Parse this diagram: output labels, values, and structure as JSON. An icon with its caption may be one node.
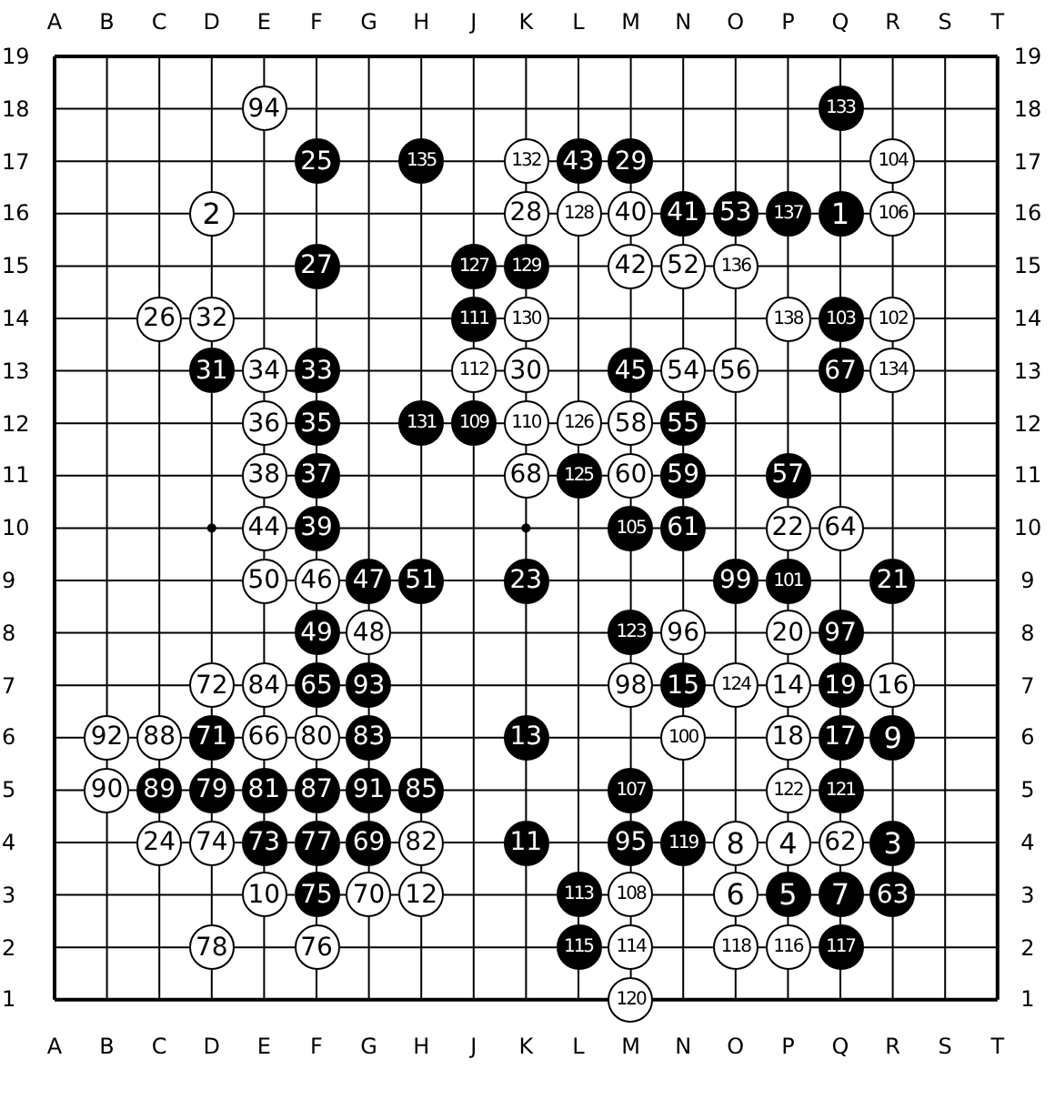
{
  "diagram": {
    "nodes": [
      {
        "text": [
          "94"
        ]
      },
      {
        "text": [
          "133"
        ]
      },
      {
        "text": [
          "25"
        ]
      },
      {
        "text": [
          "135"
        ]
      },
      {
        "text": [
          "132"
        ]
      },
      {
        "text": [
          "43"
        ]
      },
      {
        "text": [
          "29"
        ]
      },
      {
        "text": [
          "104"
        ]
      },
      {
        "text": [
          "2"
        ]
      },
      {
        "text": [
          "28"
        ]
      },
      {
        "text": [
          "128"
        ]
      },
      {
        "text": [
          "40"
        ]
      },
      {
        "text": [
          "41"
        ]
      },
      {
        "text": [
          "53"
        ]
      },
      {
        "text": [
          "137"
        ]
      },
      {
        "text": [
          "1"
        ]
      },
      {
        "text": [
          "106"
        ]
      },
      {
        "text": [
          "27"
        ]
      },
      {
        "text": [
          "127"
        ]
      },
      {
        "text": [
          "129"
        ]
      },
      {
        "text": [
          "42"
        ]
      },
      {
        "text": [
          "52"
        ]
      },
      {
        "text": [
          "136"
        ]
      },
      {
        "text": [
          "26"
        ]
      },
      {
        "text": [
          "32"
        ]
      },
      {
        "text": [
          "111"
        ]
      },
      {
        "text": [
          "130"
        ]
      },
      {
        "text": [
          "138"
        ]
      },
      {
        "text": [
          "103"
        ]
      },
      {
        "text": [
          "102"
        ]
      },
      {
        "text": [
          "31"
        ]
      },
      {
        "text": [
          "34"
        ]
      },
      {
        "text": [
          "33"
        ]
      },
      {
        "text": [
          "112"
        ]
      },
      {
        "text": [
          "30"
        ]
      },
      {
        "text": [
          "45"
        ]
      },
      {
        "text": [
          "54"
        ]
      },
      {
        "text": [
          "56"
        ]
      },
      {
        "text": [
          "67"
        ]
      },
      {
        "text": [
          "134"
        ]
      },
      {
        "text": [
          "36"
        ]
      },
      {
        "text": [
          "35"
        ]
      },
      {
        "text": [
          "131"
        ]
      },
      {
        "text": [
          "109"
        ]
      },
      {
        "text": [
          "110"
        ]
      },
      {
        "text": [
          "126"
        ]
      },
      {
        "text": [
          "58"
        ]
      },
      {
        "text": [
          "55"
        ]
      },
      {
        "text": [
          "38"
        ]
      },
      {
        "text": [
          "37"
        ]
      },
      {
        "text": [
          "68"
        ]
      },
      {
        "text": [
          "125"
        ]
      },
      {
        "text": [
          "60"
        ]
      },
      {
        "text": [
          "59"
        ]
      },
      {
        "text": [
          "57"
        ]
      },
      {
        "text": [
          "44"
        ]
      },
      {
        "text": [
          "39"
        ]
      },
      {
        "text": [
          "105"
        ]
      },
      {
        "text": [
          "61"
        ]
      },
      {
        "text": [
          "22"
        ]
      },
      {
        "text": [
          "64"
        ]
      },
      {
        "text": [
          "50"
        ]
      },
      {
        "text": [
          "46"
        ]
      },
      {
        "text": [
          "47"
        ]
      },
      {
        "text": [
          "51"
        ]
      },
      {
        "text": [
          "23"
        ]
      },
      {
        "text": [
          "99"
        ]
      },
      {
        "text": [
          "101"
        ]
      },
      {
        "text": [
          "21"
        ]
      },
      {
        "text": [
          "49"
        ]
      },
      {
        "text": [
          "48"
        ]
      },
      {
        "text": [
          "123"
        ]
      },
      {
        "text": [
          "96"
        ]
      },
      {
        "text": [
          "20"
        ]
      },
      {
        "text": [
          "97"
        ]
      },
      {
        "text": [
          "72"
        ]
      },
      {
        "text": [
          "84"
        ]
      },
      {
        "text": [
          "65"
        ]
      },
      {
        "text": [
          "93"
        ]
      },
      {
        "text": [
          "98"
        ]
      },
      {
        "text": [
          "15"
        ]
      },
      {
        "text": [
          "124"
        ]
      },
      {
        "text": [
          "14"
        ]
      },
      {
        "text": [
          "19"
        ]
      },
      {
        "text": [
          "16"
        ]
      },
      {
        "text": [
          "92"
        ]
      },
      {
        "text": [
          "88"
        ]
      },
      {
        "text": [
          "71"
        ]
      },
      {
        "text": [
          "66"
        ]
      },
      {
        "text": [
          "80"
        ]
      },
      {
        "text": [
          "83"
        ]
      },
      {
        "text": [
          "13"
        ]
      },
      {
        "text": [
          "100"
        ]
      },
      {
        "text": [
          "18"
        ]
      },
      {
        "text": [
          "17"
        ]
      },
      {
        "text": [
          "9"
        ]
      },
      {
        "text": [
          "90"
        ]
      },
      {
        "text": [
          "89"
        ]
      },
      {
        "text": [
          "79"
        ]
      },
      {
        "text": [
          "81"
        ]
      },
      {
        "text": [
          "87"
        ]
      },
      {
        "text": [
          "91"
        ]
      },
      {
        "text": [
          "85"
        ]
      },
      {
        "text": [
          "107"
        ]
      },
      {
        "text": [
          "122"
        ]
      },
      {
        "text": [
          "121"
        ]
      },
      {
        "text": [
          "24"
        ]
      },
      {
        "text": [
          "74"
        ]
      },
      {
        "text": [
          "73"
        ]
      },
      {
        "text": [
          "77"
        ]
      },
      {
        "text": [
          "69"
        ]
      },
      {
        "text": [
          "82"
        ]
      },
      {
        "text": [
          "11"
        ]
      },
      {
        "text": [
          "95"
        ]
      },
      {
        "text": [
          "119"
        ]
      },
      {
        "text": [
          "8"
        ]
      },
      {
        "text": [
          "4"
        ]
      },
      {
        "text": [
          "62"
        ]
      },
      {
        "text": [
          "3"
        ]
      },
      {
        "text": [
          "10"
        ]
      },
      {
        "text": [
          "75"
        ]
      },
      {
        "text": [
          "70"
        ]
      },
      {
        "text": [
          "12"
        ]
      },
      {
        "text": [
          "113"
        ]
      },
      {
        "text": [
          "108"
        ]
      },
      {
        "text": [
          "6"
        ]
      },
      {
        "text": [
          "5"
        ]
      },
      {
        "text": [
          "7"
        ]
      },
      {
        "text": [
          "63"
        ]
      },
      {
        "text": [
          "78"
        ]
      },
      {
        "text": [
          "76"
        ]
      },
      {
        "text": [
          "115"
        ]
      },
      {
        "text": [
          "114"
        ]
      },
      {
        "text": [
          "118"
        ]
      },
      {
        "text": [
          "116"
        ]
      },
      {
        "text": [
          "117"
        ]
      },
      {
        "text": [
          "120"
        ]
      }
    ],
    "labels": [
      "A",
      "B",
      "C",
      "D",
      "E",
      "F",
      "G",
      "H",
      "J",
      "K",
      "L",
      "M",
      "N",
      "O",
      "P",
      "Q",
      "R",
      "S",
      "T",
      "19",
      "19",
      "18",
      "18",
      "17",
      "17",
      "16",
      "16",
      "15",
      "15",
      "14",
      "14",
      "13",
      "13",
      "12",
      "12",
      "11",
      "11",
      "10",
      "10",
      "9",
      "9",
      "8",
      "8",
      "7",
      "7",
      "6",
      "6",
      "5",
      "5",
      "4",
      "4",
      "3",
      "3",
      "2",
      "2",
      "1",
      "1",
      "A",
      "B",
      "C",
      "D",
      "E",
      "F",
      "G",
      "H",
      "J",
      "K",
      "L",
      "M",
      "N",
      "O",
      "P",
      "Q",
      "R",
      "S",
      "T"
    ]
  }
}
